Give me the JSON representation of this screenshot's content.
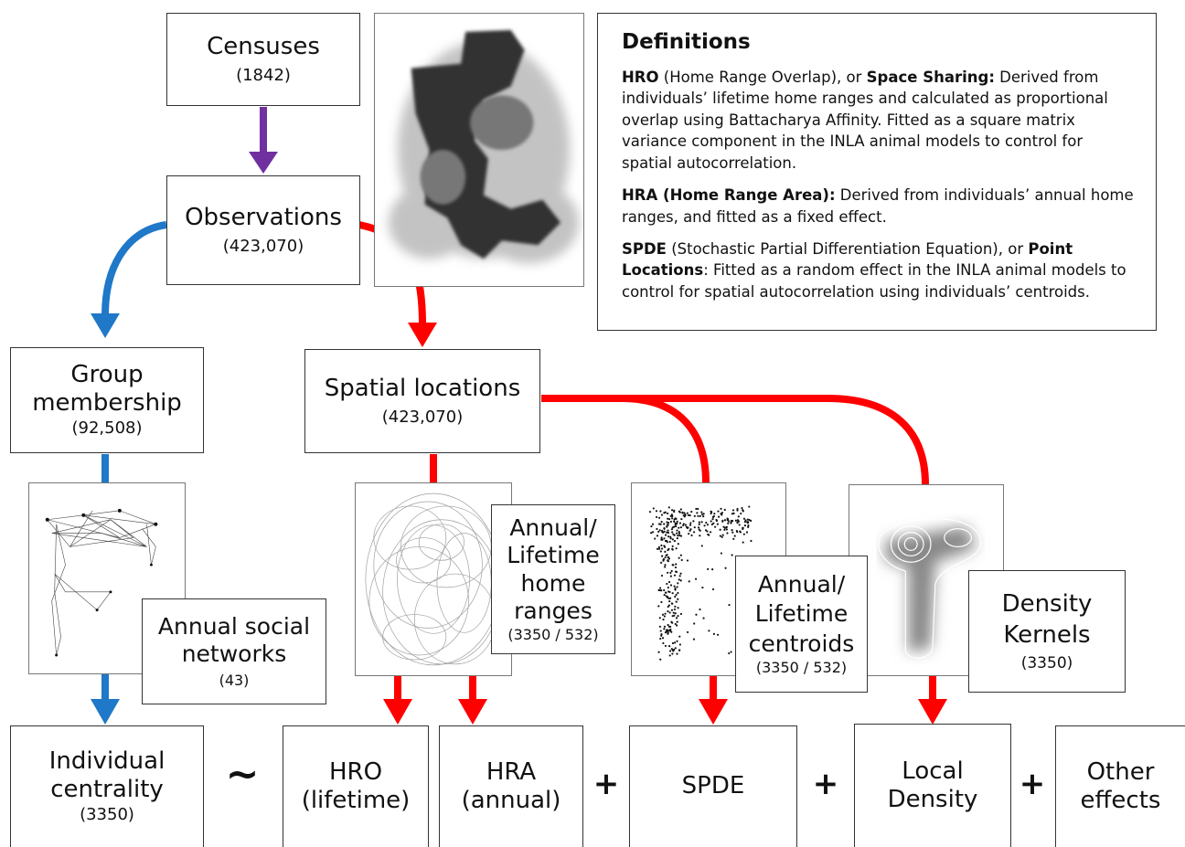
{
  "nodes": {
    "censuses": {
      "label": "Censuses",
      "count": "(1842)"
    },
    "observations": {
      "label": "Observations",
      "count": "(423,070)"
    },
    "group_membership": {
      "label": "Group\nmembership",
      "count": "(92,508)"
    },
    "spatial_locations": {
      "label": "Spatial locations",
      "count": "(423,070)"
    },
    "social_networks": {
      "label": "Annual social\nnetworks",
      "count": "(43)"
    },
    "home_ranges": {
      "label": "Annual/\nLifetime\nhome\nranges",
      "count": "(3350 / 532)"
    },
    "centroids": {
      "label": "Annual/\nLifetime\ncentroids",
      "count": "(3350 / 532)"
    },
    "density_kernels": {
      "label": "Density\nKernels",
      "count": "(3350)"
    },
    "centrality": {
      "label": "Individual\ncentrality",
      "count": "(3350)"
    },
    "hro": {
      "label": "HRO\n(lifetime)"
    },
    "hra": {
      "label": "HRA\n(annual)"
    },
    "spde": {
      "label": "SPDE"
    },
    "local_density": {
      "label": "Local\nDensity"
    },
    "other_effects": {
      "label": "Other\neffects"
    }
  },
  "operators": {
    "tilde": "~",
    "plus": "+"
  },
  "definitions": {
    "title": "Definitions",
    "hro": {
      "term": "HRO",
      "paren": " (Home Range Overlap), or ",
      "alt": "Space Sharing:",
      "text": " Derived from individuals’ lifetime home ranges and calculated as proportional overlap using Battacharya Affinity. Fitted as a square matrix variance component in the INLA animal models to control for spatial autocorrelation."
    },
    "hra": {
      "term": "HRA (Home Range Area):",
      "text": " Derived from individuals’ annual home ranges, and fitted as a fixed effect."
    },
    "spde": {
      "term": "SPDE",
      "paren": " (Stochastic Partial Differentiation Equation), or ",
      "alt": "Point Locations",
      "text": ": Fitted as a random effect in the INLA animal models to control for spatial autocorrelation using individuals’ centroids."
    }
  },
  "colors": {
    "purple": "#7030a0",
    "blue": "#1f78c8",
    "red": "#ff0000",
    "box_border": "#333333"
  }
}
